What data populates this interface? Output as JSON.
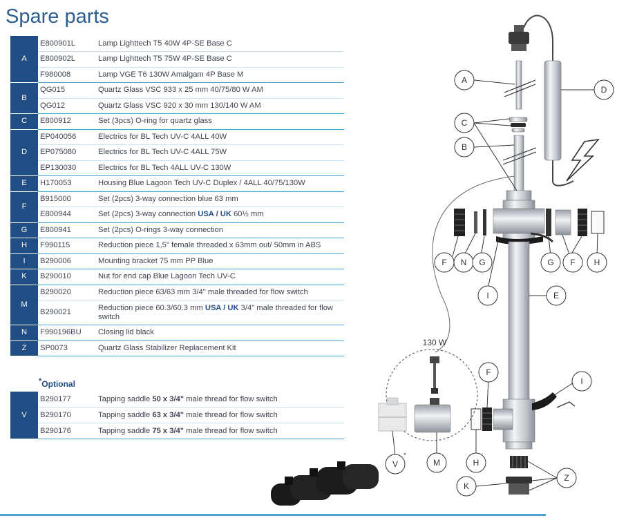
{
  "title": "Spare parts",
  "groups": [
    {
      "letter": "A",
      "items": [
        {
          "code": "E800901L",
          "desc": "Lamp Lighttech T5 40W 4P-SE Base C"
        },
        {
          "code": "E800902L",
          "desc": "Lamp Lighttech T5 75W 4P-SE Base C"
        },
        {
          "code": "F980008",
          "desc": "Lamp VGE T6 130W Amalgam 4P Base M"
        }
      ]
    },
    {
      "letter": "B",
      "items": [
        {
          "code": "QG015",
          "desc": "Quartz Glass VSC 933 x 25 mm 40/75/80 W AM"
        },
        {
          "code": "QG012",
          "desc": "Quartz Glass VSC 920 x 30 mm 130/140 W AM"
        }
      ]
    },
    {
      "letter": "C",
      "items": [
        {
          "code": "E800912",
          "desc": "Set (3pcs) O-ring for quartz glass"
        }
      ]
    },
    {
      "letter": "D",
      "items": [
        {
          "code": "EP040056",
          "desc": "Electrics for BL Tech UV-C 4ALL 40W"
        },
        {
          "code": "EP075080",
          "desc": "Electrics for BL Tech UV-C 4ALL 75W"
        },
        {
          "code": "EP130030",
          "desc": "Electrics for BL Tech 4ALL UV-C 130W"
        }
      ]
    },
    {
      "letter": "E",
      "items": [
        {
          "code": "H170053",
          "desc": "Housing Blue Lagoon Tech UV-C Duplex / 4ALL 40/75/130W"
        }
      ]
    },
    {
      "letter": "F",
      "items": [
        {
          "code": "B915000",
          "desc": "Set (2pcs) 3-way connection blue 63 mm"
        },
        {
          "code": "E800944",
          "desc_pre": "Set (2pcs) 3-way connection ",
          "desc_bold": "USA / UK",
          "desc_post": " 60½ mm"
        }
      ]
    },
    {
      "letter": "G",
      "items": [
        {
          "code": "E800941",
          "desc": "Set (2pcs) O-rings 3-way connection"
        }
      ]
    },
    {
      "letter": "H",
      "items": [
        {
          "code": "F990115",
          "desc": "Reduction piece 1,5\" female threaded x 63mm out/ 50mm in ABS"
        }
      ]
    },
    {
      "letter": "I",
      "items": [
        {
          "code": "B290006",
          "desc": "Mounting bracket 75 mm PP Blue"
        }
      ]
    },
    {
      "letter": "K",
      "items": [
        {
          "code": "B290010",
          "desc": "Nut for end cap Blue Lagoon Tech UV-C"
        }
      ]
    },
    {
      "letter": "M",
      "items": [
        {
          "code": "B290020",
          "desc": "Reduction piece 63/63 mm 3/4\" male threaded for flow switch"
        },
        {
          "code": "B290021",
          "desc_pre": "Reduction piece 60.3/60.3 mm ",
          "desc_bold": "USA / UK",
          "desc_post": " 3/4\" male threaded for flow switch"
        }
      ]
    },
    {
      "letter": "N",
      "items": [
        {
          "code": "F990196BU",
          "desc": "Closing lid black"
        }
      ]
    },
    {
      "letter": "Z",
      "items": [
        {
          "code": "SP0073",
          "desc": "Quartz Glass Stabilizer Replacement Kit"
        }
      ]
    }
  ],
  "optional": {
    "star": "*",
    "label": "Optional",
    "letter": "V",
    "items": [
      {
        "code": "B290177",
        "desc_pre": "Tapping saddle ",
        "desc_bold": "50 x 3/4\"",
        "desc_post": " male thread for flow switch"
      },
      {
        "code": "B290170",
        "desc_pre": "Tapping saddle ",
        "desc_bold": "63 x 3/4\"",
        "desc_post": " male thread for flow switch"
      },
      {
        "code": "B290176",
        "desc_pre": "Tapping saddle ",
        "desc_bold": "75 x 3/4\"",
        "desc_post": " male thread for flow switch"
      }
    ]
  },
  "diagram": {
    "watt_label": "130 W",
    "optional_mark": "*",
    "callouts": [
      "A",
      "B",
      "C",
      "D",
      "E",
      "F",
      "G",
      "H",
      "I",
      "K",
      "M",
      "N",
      "V",
      "Z"
    ]
  },
  "colors": {
    "accent": "#1f4d84",
    "title": "#2d5e8f",
    "rule": "#4aa4d8"
  }
}
